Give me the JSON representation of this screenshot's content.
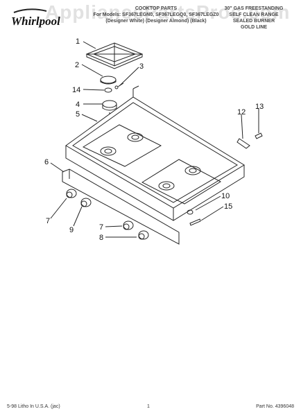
{
  "brand": "Whirlpool",
  "watermark": "AppliancePartsPros.com",
  "header": {
    "title": "COOKTOP PARTS",
    "models": "For Models: SF367LEGN0, SF367LEGQ0, SF367LEGZ0",
    "colors": "(Designer White) (Designer Almond) (Black)",
    "desc_line1": "30\" GAS FREESTANDING",
    "desc_line2": "SELF CLEAN RANGE",
    "desc_line3": "SEALED BURNER",
    "desc_line4": "GOLD LINE"
  },
  "callouts": [
    "1",
    "2",
    "3",
    "14",
    "4",
    "5",
    "12",
    "13",
    "6",
    "10",
    "15",
    "7",
    "9",
    "7",
    "8"
  ],
  "footer": {
    "left": "5-98 Litho In U.S.A. (jac)",
    "page": "1",
    "part_no": "Part No. 4396048"
  }
}
